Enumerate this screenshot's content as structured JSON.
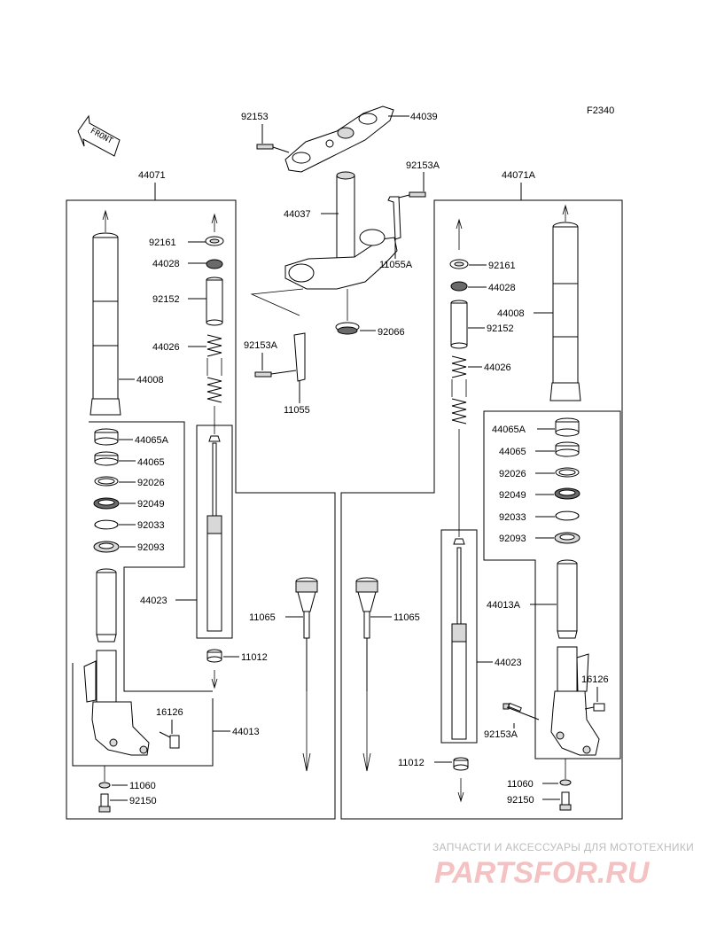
{
  "diagram": {
    "ref": "F2340",
    "front_label": "FRONT",
    "assemblies": {
      "left": "44071",
      "right": "44071A"
    },
    "labels": {
      "p92153": "92153",
      "p44039": "44039",
      "p92153A_top": "92153A",
      "p44037": "44037",
      "p11055A": "11055A",
      "p92066": "92066",
      "p92153A_mid": "92153A",
      "p11055": "11055",
      "L92161": "92161",
      "L44028": "44028",
      "L92152": "92152",
      "L44026": "44026",
      "L44008": "44008",
      "L44065A": "44065A",
      "L44065": "44065",
      "L92026": "92026",
      "L92049": "92049",
      "L92033": "92033",
      "L92093": "92093",
      "L44023": "44023",
      "L11065": "11065",
      "L11012": "11012",
      "L16126": "16126",
      "L44013": "44013",
      "L11060": "11060",
      "L92150": "92150",
      "R92161": "92161",
      "R44028": "44028",
      "R44008": "44008",
      "R92152": "92152",
      "R44026": "44026",
      "R44065A": "44065A",
      "R44065": "44065",
      "R92026": "92026",
      "R92049": "92049",
      "R92033": "92033",
      "R92093": "92093",
      "R44013A": "44013A",
      "R11065": "11065",
      "R44023": "44023",
      "R16126": "16126",
      "R92153A": "92153A",
      "R11012": "11012",
      "R11060": "11060",
      "R92150": "92150"
    }
  },
  "watermark": {
    "tagline": "ЗАПЧАСТИ И АКСЕССУАРЫ ДЛЯ МОТОТЕХНИКИ",
    "logo": "PARTSFOR.RU"
  }
}
